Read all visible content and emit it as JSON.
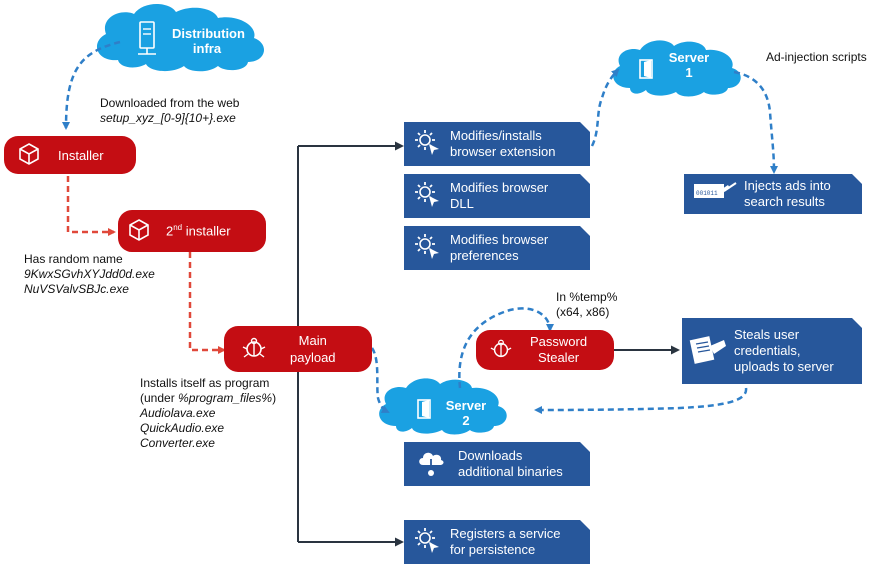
{
  "nodes": {
    "distribution": {
      "line1": "Distribution",
      "line2": "infra"
    },
    "installer": {
      "label": "Installer"
    },
    "installer2": {
      "prefix": "2",
      "sup": "nd",
      "suffix": " installer"
    },
    "main_payload": {
      "line1": "Main",
      "line2": "payload"
    },
    "server1": {
      "line1": "Server",
      "line2": "1"
    },
    "server2": {
      "line1": "Server",
      "line2": "2"
    },
    "password_stealer": {
      "line1": "Password",
      "line2": "Stealer"
    },
    "ext": {
      "line1": "Modifies/installs",
      "line2": "browser extension"
    },
    "dll": {
      "line1": "Modifies browser",
      "line2": "DLL"
    },
    "prefs": {
      "line1": "Modifies browser",
      "line2": "preferences"
    },
    "inject": {
      "line1": "Injects ads into",
      "line2": "search results"
    },
    "steals": {
      "line1": "Steals user",
      "line2": "credentials,",
      "line3": "uploads to server"
    },
    "downloads": {
      "line1": "Downloads",
      "line2": "additional binaries"
    },
    "registers": {
      "line1": "Registers a service",
      "line2": "for persistence"
    }
  },
  "annotations": {
    "download": {
      "line1": "Downloaded from the web",
      "line2": "setup_xyz_[0-9]{10+}.exe"
    },
    "random": {
      "line1": "Has random name",
      "line2": "9KwxSGvhXYJdd0d.exe",
      "line3": "NuVSValvSBJc.exe"
    },
    "installs": {
      "line1": "Installs itself as program",
      "line2a": "(under ",
      "line2b": "%program_files%",
      "line2c": ")",
      "line3": "Audiolava.exe",
      "line4": "QuickAudio.exe",
      "line5": "Converter.exe"
    },
    "adinj": {
      "label": "Ad-injection scripts"
    },
    "temp": {
      "line1": "In %temp%",
      "line2": "(x64, x86)"
    }
  },
  "icons": {
    "distribution": "server-rack-icon",
    "installer": "package-box-icon",
    "payload": "bug-icon",
    "server": "door-icon",
    "gear": "gear-cursor-icon",
    "injection": "syringe-binary-icon",
    "credentials": "hand-document-icon",
    "download": "cloud-download-icon"
  },
  "colors": {
    "red": "#c40d13",
    "blue": "#27579b",
    "cloud": "#1aa1e2",
    "line": "#2a3440",
    "red_dash": "#e0483a",
    "blue_dash": "#2f7fc8"
  }
}
